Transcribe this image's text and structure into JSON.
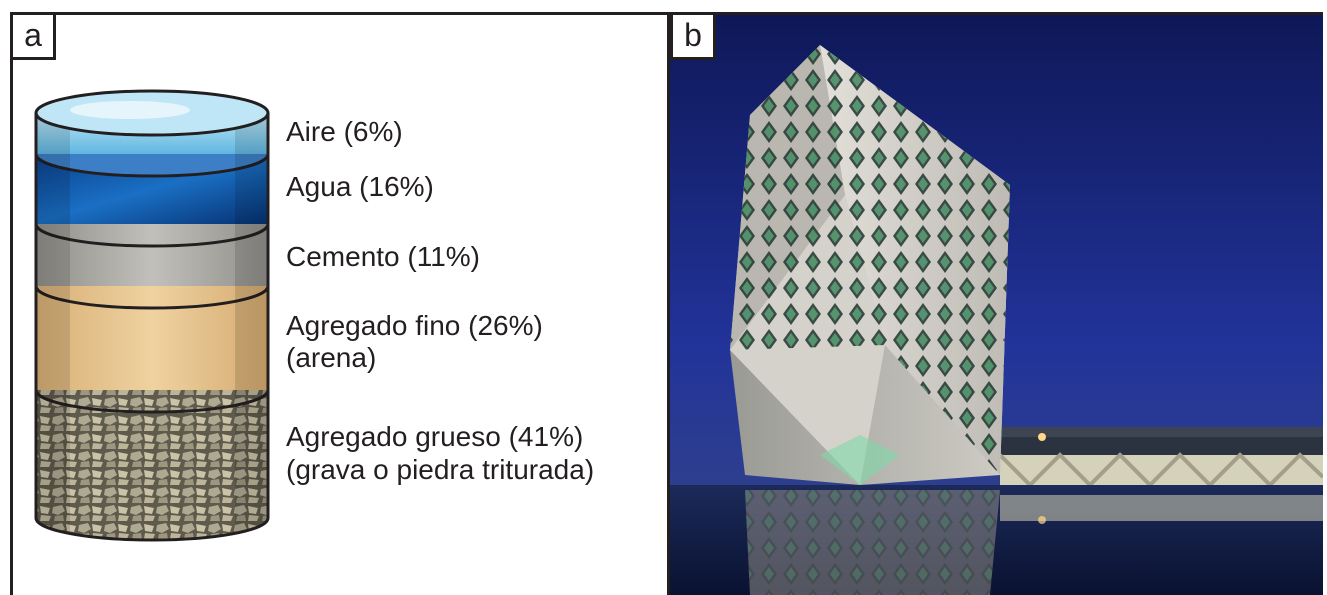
{
  "panels": [
    {
      "label": "a"
    },
    {
      "label": "b"
    }
  ],
  "layers": [
    {
      "label": "Aire (6%)",
      "color": "#8fd0ea"
    },
    {
      "label": "Agua (16%)",
      "color": "#0a4ea2"
    },
    {
      "label": "Cemento (11%)",
      "color": "#a7a6a1"
    },
    {
      "label": "Agregado fino (26%)",
      "sublabel": "(arena)",
      "color": "#e6c28a"
    },
    {
      "label": "Agregado grueso (41%)",
      "sublabel": "(grava o piedra triturada)",
      "color": "#8b8674"
    }
  ],
  "photo": {
    "sky_color": "#16246a",
    "building_color": "#d8d6cf",
    "window_light_color": "#5fd08a"
  }
}
